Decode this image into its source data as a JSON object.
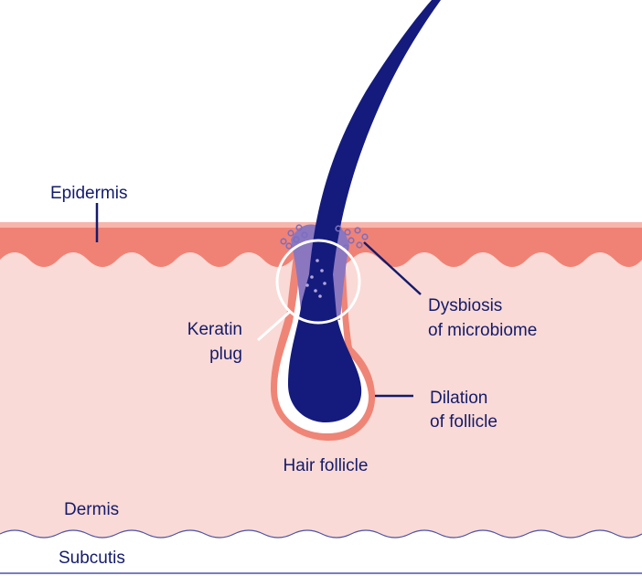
{
  "labels": {
    "epidermis": "Epidermis",
    "dysbiosis_line1": "Dysbiosis",
    "dysbiosis_line2": "of microbiome",
    "keratin_line1": "Keratin",
    "keratin_line2": "plug",
    "dilation_line1": "Dilation",
    "dilation_line2": "of follicle",
    "hair_follicle": "Hair follicle",
    "dermis": "Dermis",
    "subcutis": "Subcutis"
  },
  "colors": {
    "epidermis": "#f08275",
    "epidermis_top": "#f7b5ab",
    "dermis": "#fadad6",
    "subcutis": "#ffffff",
    "hair": "#141b7d",
    "keratin_plug": "#8a77c0",
    "microbiome_dots": "#7c6fbf",
    "follicle_wall": "#ef8576",
    "dilation_gap": "#ffffff",
    "label_text": "#141b6b",
    "leader_line": "#141b6b",
    "boundary_line": "#4a55a8"
  }
}
